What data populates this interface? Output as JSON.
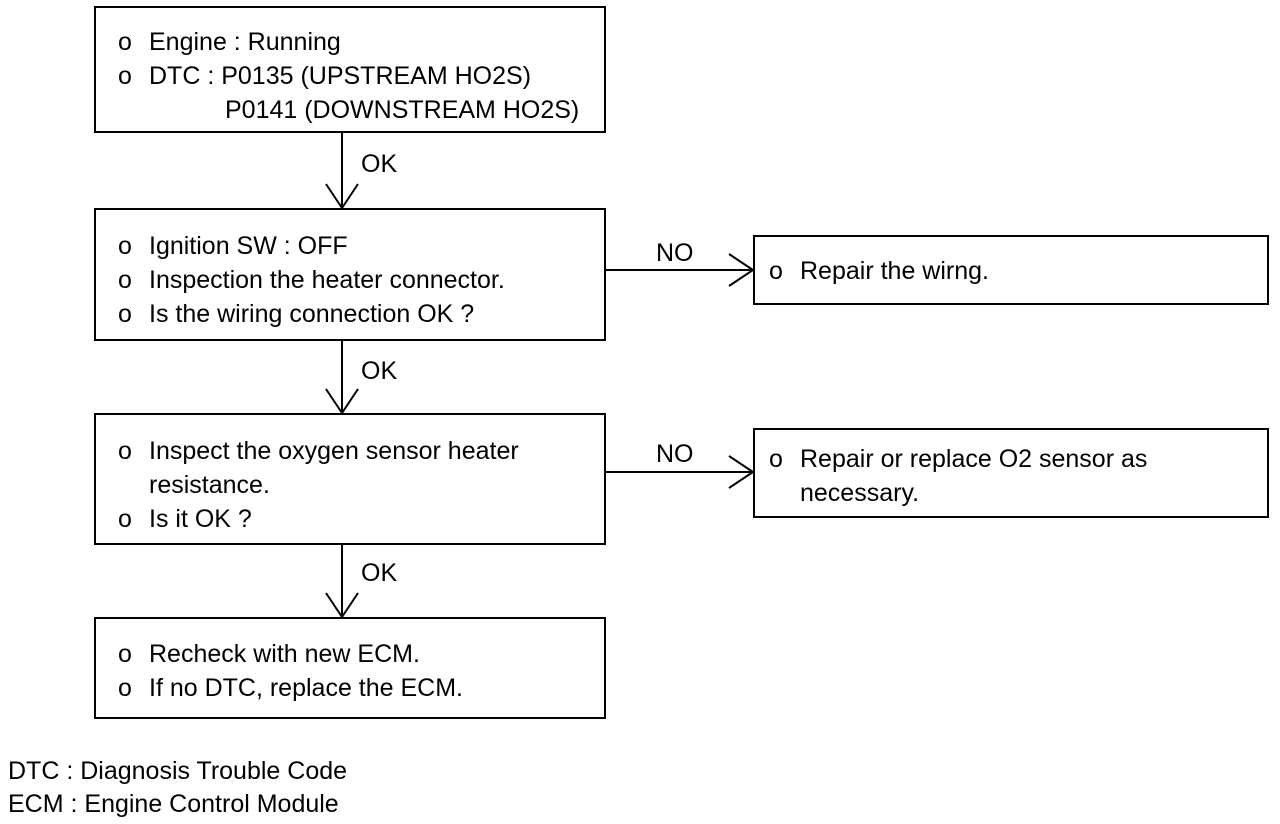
{
  "bullet_char": "o",
  "boxes": {
    "start": {
      "lines": [
        "Engine : Running",
        "DTC : P0135 (UPSTREAM HO2S)",
        "P0141 (DOWNSTREAM HO2S)"
      ]
    },
    "wiring_check": {
      "lines": [
        "Ignition SW : OFF",
        "Inspection the heater connector.",
        "Is the wiring connection OK ?"
      ]
    },
    "heater_check": {
      "lines": [
        "Inspect the oxygen sensor heater",
        "resistance.",
        "Is it OK ?"
      ]
    },
    "ecm_check": {
      "lines": [
        "Recheck with new ECM.",
        "If no DTC, replace the ECM."
      ]
    },
    "repair_wiring": {
      "lines": [
        "Repair the wirng."
      ]
    },
    "repair_sensor": {
      "lines": [
        "Repair or replace O2 sensor as",
        "necessary."
      ]
    }
  },
  "connectors": {
    "ok_1": "OK",
    "ok_2": "OK",
    "ok_3": "OK",
    "no_1": "NO",
    "no_2": "NO"
  },
  "legend": {
    "dtc": "DTC : Diagnosis Trouble Code",
    "ecm": "ECM : Engine Control Module"
  }
}
